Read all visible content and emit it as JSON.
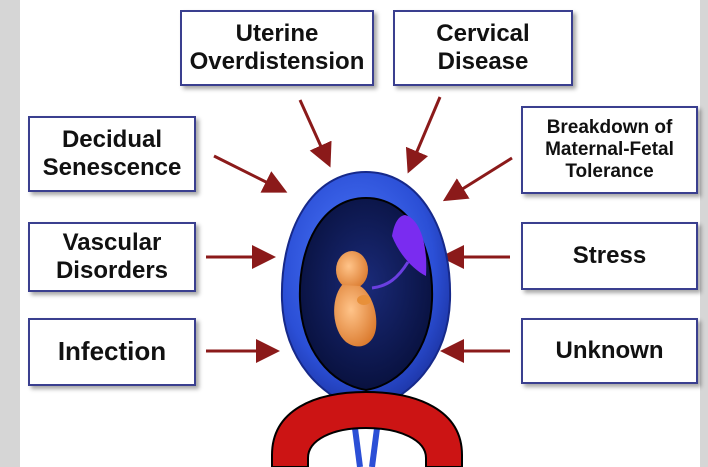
{
  "diagram": {
    "causes": {
      "uterine_overdistension": "Uterine\nOverdistension",
      "cervical_disease": "Cervical\nDisease",
      "decidual_senescence": "Decidual\nSenescence",
      "breakdown_tolerance": "Breakdown of\nMaternal-Fetal\nTolerance",
      "vascular_disorders": "Vascular\nDisorders",
      "stress": "Stress",
      "infection": "Infection",
      "unknown": "Unknown"
    },
    "colors": {
      "box_border": "#3a3f8f",
      "arrow": "#8b1a1a",
      "uterus_outer": "#2b4fd6",
      "uterus_inner": "#0b1850",
      "placenta": "#7a2cf0",
      "fetus": "#e8903a",
      "cervix_arch": "#cc1414"
    }
  }
}
